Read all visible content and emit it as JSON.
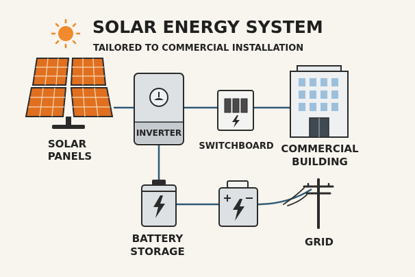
{
  "header": {
    "title": "SOLAR ENERGY SYSTEM",
    "subtitle": "TAILORED TO COMMERCIAL INSTALLATION",
    "icon": "sun-icon"
  },
  "components": {
    "solar_panels": {
      "line1": "SOLAR",
      "line2": "PANELS",
      "icon": "solar-panel-icon"
    },
    "inverter": {
      "label": "INVERTER",
      "icon": "inverter-icon"
    },
    "switchboard": {
      "label": "SWITCHBOARD",
      "icon": "switchboard-icon"
    },
    "building": {
      "line1": "COMMERCIAL",
      "line2": "BUILDING",
      "icon": "office-building-icon"
    },
    "battery": {
      "line1": "BATTERY",
      "line2": "STORAGE",
      "icon": "battery-icon"
    },
    "meter": {
      "icon": "battery-meter-icon"
    },
    "grid": {
      "label": "GRID",
      "icon": "utility-pole-icon"
    }
  },
  "colors": {
    "background": "#f8f5ee",
    "panel_orange": "#e0701f",
    "sun_orange": "#f08a2c",
    "connector_blue": "#2f5a78",
    "window_blue": "#9cc0dc",
    "device_gray": "#dde1e4",
    "outline": "#2b2b2b"
  }
}
